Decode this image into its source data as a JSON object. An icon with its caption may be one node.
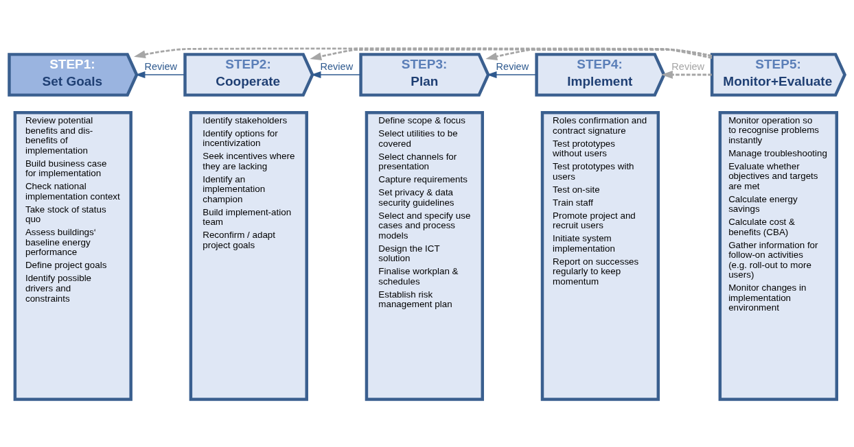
{
  "diagram": {
    "nodes": [
      {
        "text": [
          "STEP1:",
          "Set Goals"
        ]
      },
      {
        "text": [
          "Review potential benefits and dis-benefits of implementation",
          "Build business case for implementation",
          "Check national implementation context",
          "Take stock of status quo",
          "Assess buildings‘ baseline energy performance",
          "Define project goals",
          "Identify possible drivers and constraints"
        ]
      },
      {
        "text": [
          "STEP2:",
          "Cooperate"
        ]
      },
      {
        "text": [
          "Identify stakeholders",
          "Identify options for incentivization",
          "Seek incentives where they are lacking",
          "Identify an implementation champion",
          "Build implement-ation team",
          "Reconfirm / adapt project goals"
        ]
      },
      {
        "text": [
          "STEP3:",
          "Plan"
        ]
      },
      {
        "text": [
          "Define scope & focus",
          "Select utilities to be covered",
          "Select channels for presentation",
          "Capture requirements",
          "Set privacy & data security guidelines",
          "Select and specify use cases and process models",
          "Design the ICT solution",
          "Finalise workplan & schedules",
          "Establish risk management plan"
        ]
      },
      {
        "text": [
          "STEP4:",
          "Implement"
        ]
      },
      {
        "text": [
          "Roles confirmation and contract signature",
          "Test prototypes without users",
          "Test prototypes with users",
          "Test on-site",
          "Train staff",
          "Promote project and recruit users",
          "Initiate system implementation",
          "Report on successes regularly to keep momentum"
        ]
      },
      {
        "text": [
          "STEP5:",
          "Monitor+Evaluate"
        ]
      },
      {
        "text": [
          "Monitor operation so to recognise problems instantly",
          "Manage troubleshooting",
          "Evaluate whether objectives and targets are met",
          "Calculate energy savings",
          "Calculate cost & benefits (CBA)",
          "Gather information for follow-on activities (e.g. roll-out to more users)",
          "Monitor changes in implementation environment"
        ]
      }
    ],
    "edges": [
      {
        "from": 8,
        "to": 0,
        "arrow": "to",
        "style": "dashed",
        "color": "#a6a6a6"
      },
      {
        "from": 8,
        "to": 2,
        "arrow": "to",
        "style": "dashed",
        "color": "#a6a6a6"
      },
      {
        "from": 8,
        "to": 4,
        "arrow": "to",
        "style": "dashed",
        "color": "#a6a6a6"
      },
      {
        "from": 8,
        "to": 6,
        "arrow": "to",
        "style": "dashed",
        "color": "#a6a6a6",
        "label": "Review"
      },
      {
        "from": 2,
        "to": 0,
        "arrow": "to",
        "label": "Review",
        "color": "#2f5a8f"
      },
      {
        "from": 4,
        "to": 2,
        "arrow": "to",
        "label": "Review",
        "color": "#2f5a8f"
      },
      {
        "from": 6,
        "to": 4,
        "arrow": "to",
        "label": "Review",
        "color": "#2f5a8f"
      }
    ]
  }
}
